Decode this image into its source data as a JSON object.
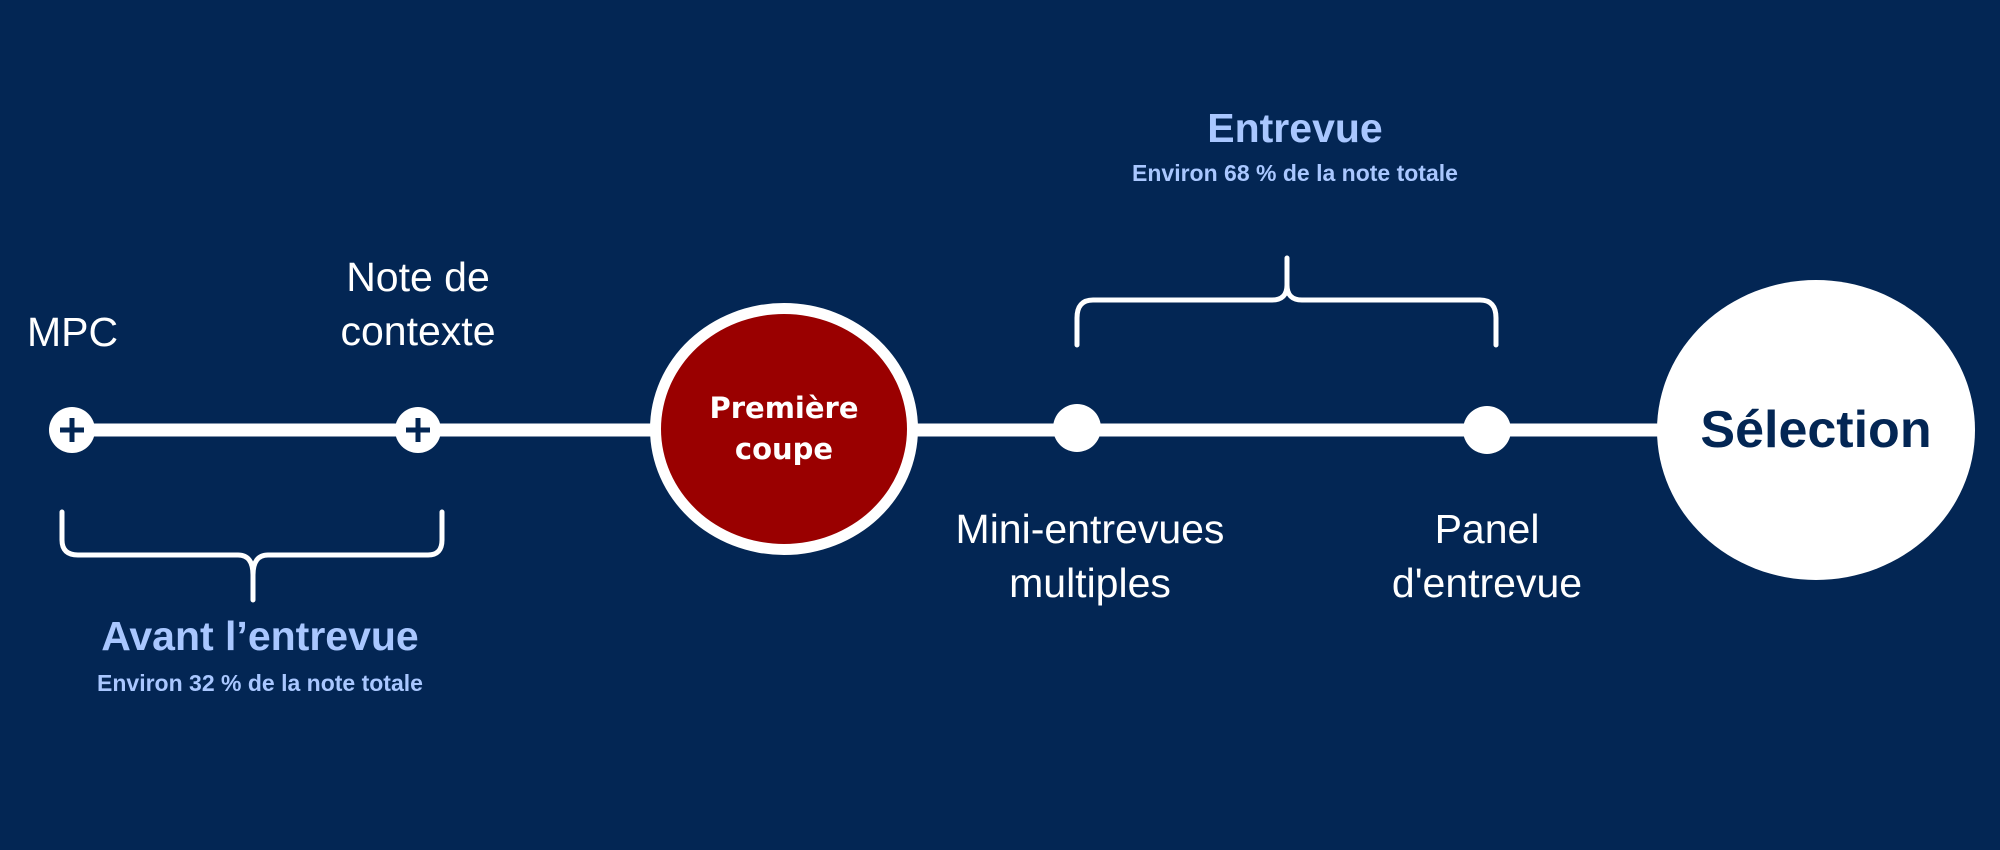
{
  "colors": {
    "background": "#032654",
    "line": "#ffffff",
    "accent_red": "#9a0000",
    "group_text": "#a9c7ff",
    "selection_text": "#032654"
  },
  "nodes": {
    "mpc": {
      "label": "MPC",
      "icon": "plus-icon"
    },
    "note_contexte": {
      "label_line1": "Note de",
      "label_line2": "contexte",
      "icon": "plus-icon"
    },
    "premiere_coupe": {
      "label_line1": "Première",
      "label_line2": "coupe"
    },
    "mini_entrevues": {
      "label_line1": "Mini-entrevues",
      "label_line2": "multiples"
    },
    "panel": {
      "label_line1": "Panel",
      "label_line2": "d'entrevue"
    },
    "selection": {
      "label": "Sélection"
    }
  },
  "groups": {
    "avant": {
      "title": "Avant l’entrevue",
      "subtitle": "Environ 32 % de la note totale"
    },
    "entrevue": {
      "title": "Entrevue",
      "subtitle": "Environ 68 % de la note totale"
    }
  }
}
